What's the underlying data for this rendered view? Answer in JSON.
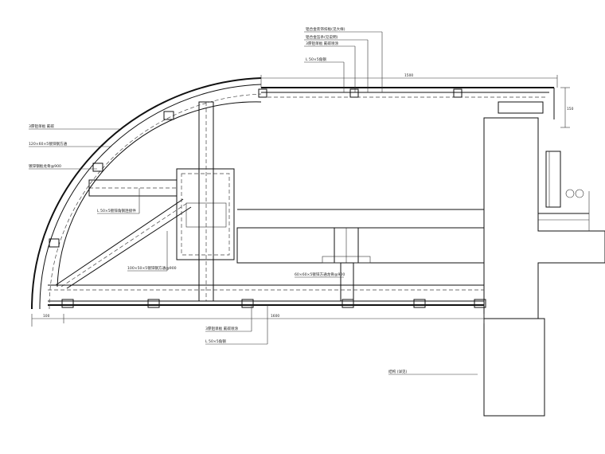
{
  "drawing": {
    "callouts": {
      "top_1": "铝合金装饰扣板(见大样)",
      "top_2": "铝合金压条(见说明)",
      "top_3": "3厚铝单板 氟碳喷涂",
      "top_4": "L 50×5角钢",
      "left_1": "3厚铝单板 氟碳",
      "left_2": "120×60×5镀锌钢方通",
      "left_3": "镀锌钢板龙骨@900",
      "left_4": "L 50×5镀锌角钢连接件",
      "left_5": "100×50×5镀锌钢方通@900",
      "mid_1": "60×60×5镀锌方通龙骨@900",
      "bot_1": "3厚铝单板 氟碳喷涂",
      "bot_2": "L 50×5角钢",
      "bot_3": "结构 (详见)"
    },
    "dimensions": {
      "top_span": "1500",
      "bottom_span": "1600",
      "left_small": "100",
      "right_small": "150"
    }
  }
}
